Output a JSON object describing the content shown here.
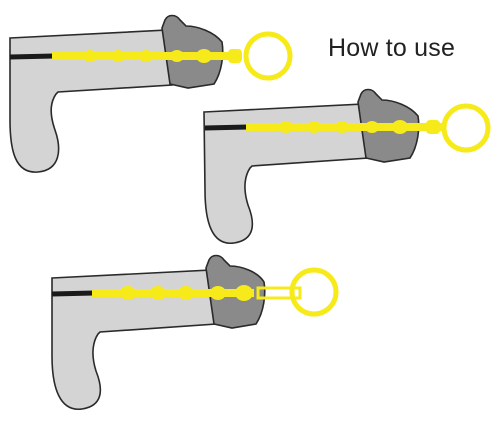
{
  "title": "How to use",
  "colors": {
    "body": "#d4d4d4",
    "outline": "#2a2a2a",
    "head": "#8a8a8a",
    "plug": "#f7ea1a",
    "cable": "#1a1a1a"
  },
  "steps": [
    {
      "name": "step-1",
      "insertion": "partial"
    },
    {
      "name": "step-2",
      "insertion": "partial"
    },
    {
      "name": "step-3",
      "insertion": "full"
    }
  ]
}
